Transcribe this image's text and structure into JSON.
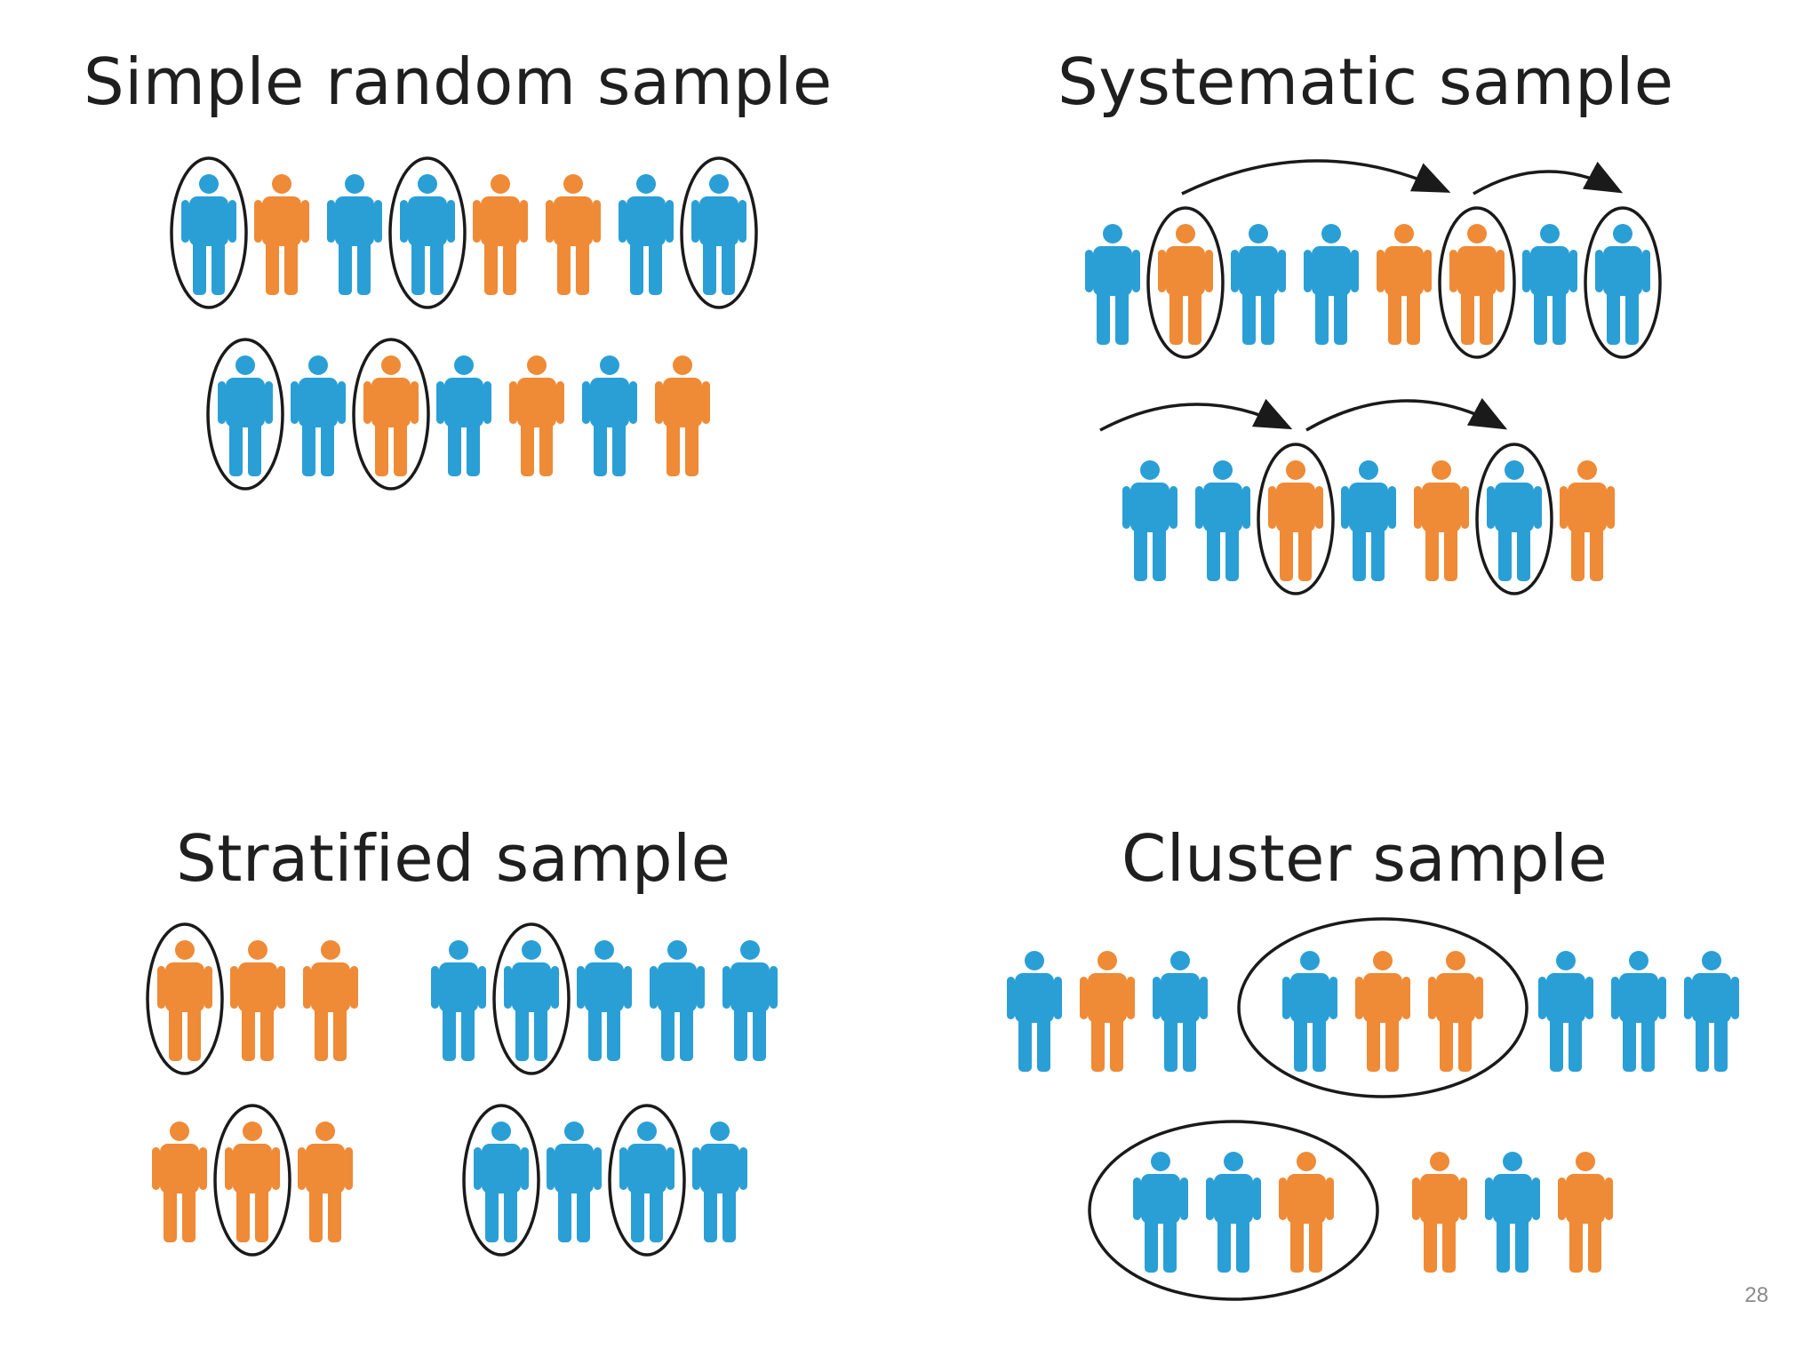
{
  "colors": {
    "blue": "#2a9fd6",
    "orange": "#ef8a36",
    "outline": "#1a1a1a",
    "background": "#ffffff"
  },
  "panels": {
    "simple_random": {
      "title": "Simple random sample",
      "rows": [
        {
          "people": [
            "blue",
            "orange",
            "blue",
            "blue",
            "orange",
            "orange",
            "blue",
            "blue"
          ],
          "selected": [
            0,
            3,
            7
          ]
        },
        {
          "people": [
            "blue",
            "blue",
            "orange",
            "blue",
            "orange",
            "blue",
            "orange"
          ],
          "selected": [
            0,
            2
          ]
        }
      ]
    },
    "systematic": {
      "title": "Systematic sample",
      "rows": [
        {
          "people": [
            "blue",
            "orange",
            "blue",
            "blue",
            "orange",
            "orange",
            "blue",
            "blue"
          ],
          "selected": [
            1,
            5,
            7
          ],
          "arrows": 2
        },
        {
          "people": [
            "blue",
            "blue",
            "orange",
            "blue",
            "orange",
            "blue",
            "orange"
          ],
          "selected": [
            2,
            5
          ],
          "arrows": 2
        }
      ]
    },
    "stratified": {
      "title": "Stratified sample",
      "groups": [
        {
          "people": [
            "orange",
            "orange",
            "orange"
          ],
          "selected": [
            0
          ]
        },
        {
          "people": [
            "blue",
            "blue",
            "blue",
            "blue",
            "blue"
          ],
          "selected": [
            1
          ]
        },
        {
          "people": [
            "orange",
            "orange",
            "orange"
          ],
          "selected": [
            1
          ]
        },
        {
          "people": [
            "blue",
            "blue",
            "blue",
            "blue"
          ],
          "selected": [
            0,
            2
          ]
        }
      ]
    },
    "cluster": {
      "title": "Cluster sample",
      "rows": [
        {
          "clusters": [
            {
              "people": [
                "blue",
                "orange",
                "blue"
              ],
              "selected": false
            },
            {
              "people": [
                "blue",
                "orange",
                "orange"
              ],
              "selected": true
            },
            {
              "people": [
                "blue",
                "blue",
                "blue"
              ],
              "selected": false
            }
          ]
        },
        {
          "clusters": [
            {
              "people": [
                "blue",
                "blue",
                "orange"
              ],
              "selected": true
            },
            {
              "people": [
                "orange",
                "blue",
                "orange"
              ],
              "selected": false
            }
          ]
        }
      ]
    }
  },
  "page_number": "28"
}
